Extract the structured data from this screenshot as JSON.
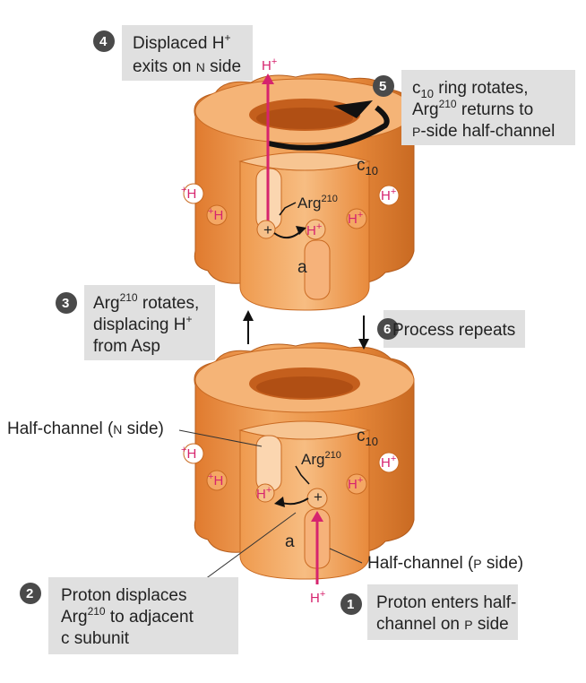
{
  "steps": [
    {
      "num": "1",
      "line1": "Proton enters half-",
      "line2": "channel on ",
      "sc": "P",
      "line2b": " side"
    },
    {
      "num": "2",
      "line1": "Proton displaces",
      "line2a": "Arg",
      "sup": "210",
      "line2b": " to adjacent",
      "line3": "c subunit"
    },
    {
      "num": "3",
      "line1a": "Arg",
      "sup": "210",
      "line1b": " rotates,",
      "line2": "displacing H",
      "plus": "+",
      "line3": "from Asp"
    },
    {
      "num": "4",
      "line1": "Displaced H",
      "plus": "+",
      "line2": "exits on ",
      "sc": "N",
      "line2b": " side"
    },
    {
      "num": "5",
      "line1a": "c",
      "sub": "10",
      "line1b": " ring rotates,",
      "line2a": "Arg",
      "sup": "210",
      "line2b": " returns to",
      "sc": "P",
      "line3": "-side half-channel"
    },
    {
      "num": "6",
      "line1": "Process repeats"
    }
  ],
  "labels": {
    "half_channel_n": "Half-channel (",
    "half_channel_n_sc": "N",
    "half_channel_n_end": " side)",
    "half_channel_p": "Half-channel (",
    "half_channel_p_sc": "P",
    "half_channel_p_end": " side)",
    "subunit_a": "a",
    "ring": "c",
    "ring_sub": "10",
    "arg": "Arg",
    "arg_sup": "210",
    "proton": "H",
    "proton_plus": "+",
    "plus_sign": "+"
  },
  "colors": {
    "orange": "#e88a3c",
    "orange_light": "#f2a862",
    "orange_dark": "#c96a22",
    "box": "#e0e0e0",
    "pink": "#d6246e",
    "badge": "#4a4a4a"
  }
}
